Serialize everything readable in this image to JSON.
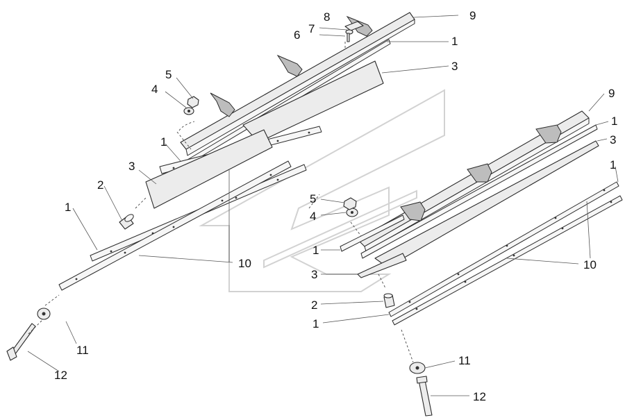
{
  "callouts": {
    "c1a": "1",
    "c1b": "1",
    "c1c": "1",
    "c1d": "1",
    "c1e": "1",
    "c1f": "1",
    "c1g": "1",
    "c2a": "2",
    "c2b": "2",
    "c3a": "3",
    "c3b": "3",
    "c3c": "3",
    "c3d": "3",
    "c4a": "4",
    "c4b": "4",
    "c5a": "5",
    "c5b": "5",
    "c6": "6",
    "c7": "7",
    "c8": "8",
    "c9a": "9",
    "c9b": "9",
    "c10a": "10",
    "c10b": "10",
    "c11a": "11",
    "c11b": "11",
    "c12a": "12",
    "c12b": "12"
  }
}
